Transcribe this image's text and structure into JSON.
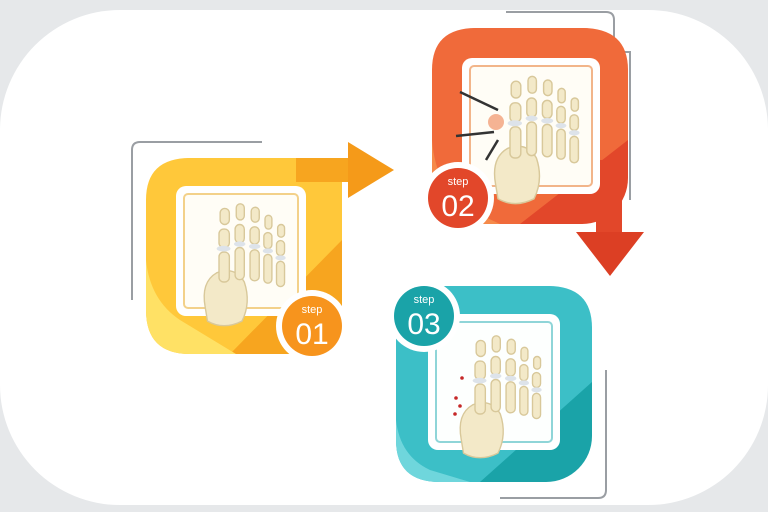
{
  "steps": [
    {
      "label": "step",
      "number": "01",
      "color_light": "#ffd23a",
      "color_dark": "#f39a1a",
      "badge_color": "#f7941d"
    },
    {
      "label": "step",
      "number": "02",
      "color_light": "#f26a3a",
      "color_dark": "#d83a22",
      "badge_color": "#e2472a"
    },
    {
      "label": "step",
      "number": "03",
      "color_light": "#46c6cf",
      "color_dark": "#1a9ea4",
      "badge_color": "#1aa3a8"
    }
  ],
  "icons": [
    "foot-bones-illustration",
    "surgical-pin-icon",
    "arrow-right-icon",
    "arrow-down-icon"
  ]
}
